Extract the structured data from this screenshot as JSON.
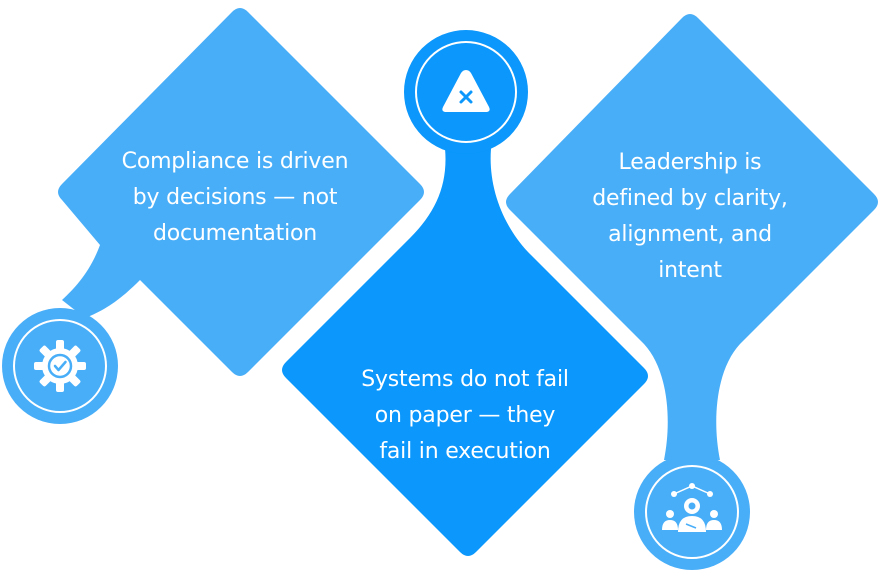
{
  "colors": {
    "light_blue": "#49aef8",
    "deep_blue": "#0b97fb",
    "white": "#ffffff"
  },
  "cards": [
    {
      "name": "compliance",
      "icon": "gear-check-icon",
      "lines": [
        "Compliance is driven",
        "by decisions — not",
        "documentation"
      ]
    },
    {
      "name": "systems",
      "icon": "warning-triangle-x-icon",
      "lines": [
        "Systems do not fail",
        "on paper — they",
        "fail in execution"
      ]
    },
    {
      "name": "leadership",
      "icon": "team-gear-network-icon",
      "lines": [
        "Leadership is",
        "defined by clarity,",
        "alignment, and",
        "intent"
      ]
    }
  ]
}
